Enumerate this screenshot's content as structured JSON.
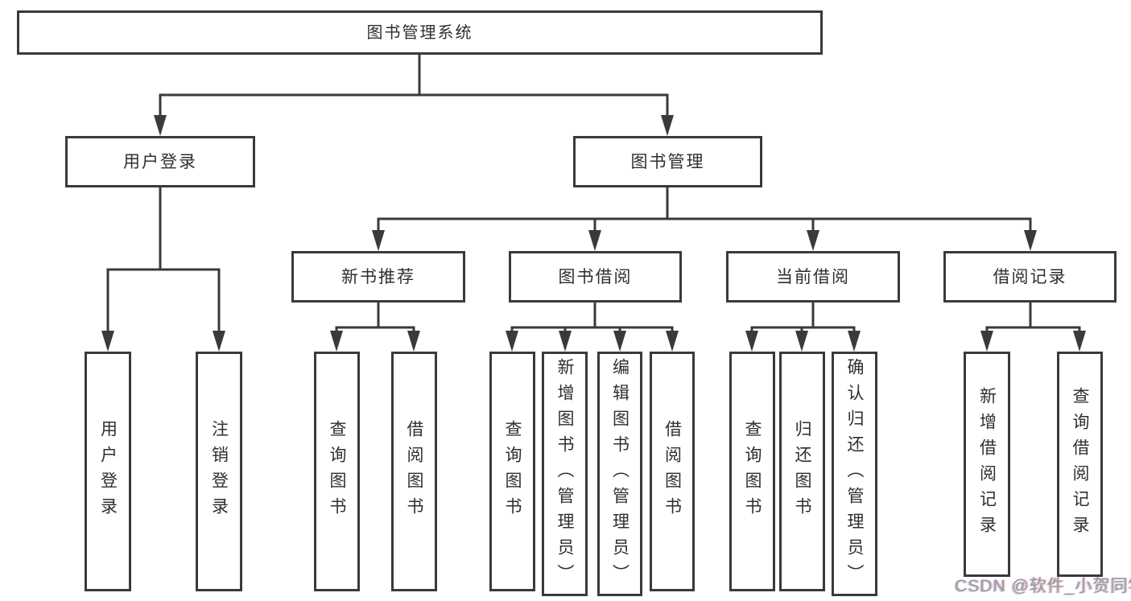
{
  "diagram_type": "tree",
  "colors": {
    "line": "#3a3a3a",
    "box_border": "#3a3a3a",
    "text": "#2f2f2f",
    "watermark": "#9b9b9b",
    "background": "#ffffff"
  },
  "tree": {
    "root": {
      "label": "图书管理系统",
      "children": [
        {
          "label": "用户登录",
          "children": [
            {
              "label": "用户登录"
            },
            {
              "label": "注销登录"
            }
          ]
        },
        {
          "label": "图书管理",
          "children": [
            {
              "label": "新书推荐",
              "children": [
                {
                  "label": "查询图书"
                },
                {
                  "label": "借阅图书"
                }
              ]
            },
            {
              "label": "图书借阅",
              "children": [
                {
                  "label": "查询图书"
                },
                {
                  "label": "新增图书（管理员）"
                },
                {
                  "label": "编辑图书（管理员）"
                },
                {
                  "label": "借阅图书"
                }
              ]
            },
            {
              "label": "当前借阅",
              "children": [
                {
                  "label": "查询图书"
                },
                {
                  "label": "归还图书"
                },
                {
                  "label": "确认归还（管理员）"
                }
              ]
            },
            {
              "label": "借阅记录",
              "children": [
                {
                  "label": "新增借阅记录"
                },
                {
                  "label": "查询借阅记录"
                }
              ]
            }
          ]
        }
      ]
    }
  },
  "watermark": {
    "text": "CSDN @软件_小贺同学"
  }
}
